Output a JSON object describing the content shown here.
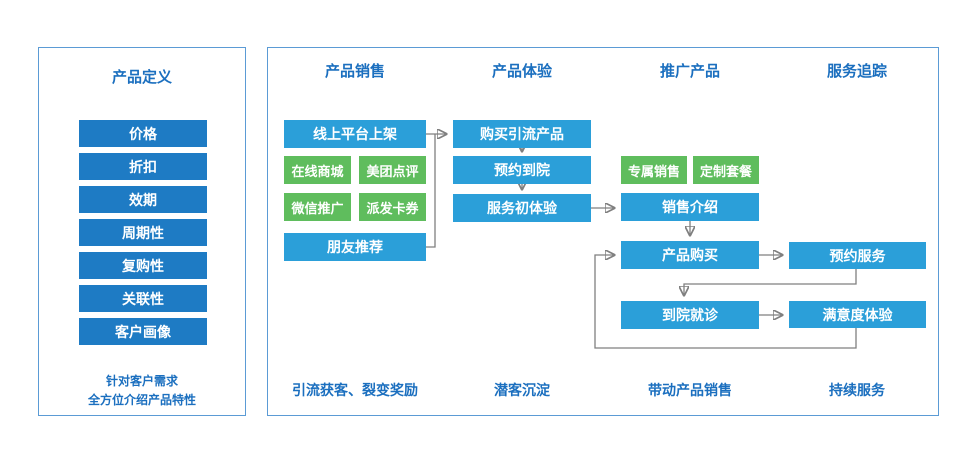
{
  "colors": {
    "dark_blue": "#1E7BC4",
    "light_blue": "#2B9FD9",
    "green": "#5FBD5D",
    "text_blue": "#1B6FBF",
    "panel_border": "#5B9BD5",
    "connector_gray": "#7F7F7F"
  },
  "definition_panel": {
    "title": "产品定义",
    "items": [
      "价格",
      "折扣",
      "效期",
      "周期性",
      "复购性",
      "关联性",
      "客户画像"
    ],
    "footnote_line1": "针对客户需求",
    "footnote_line2": "全方位介绍产品特性"
  },
  "flow_panel": {
    "columns": [
      {
        "header": "产品销售",
        "footer": "引流获客、裂变奖励"
      },
      {
        "header": "产品体验",
        "footer": "潜客沉淀"
      },
      {
        "header": "推广产品",
        "footer": "带动产品销售"
      },
      {
        "header": "服务追踪",
        "footer": "持续服务"
      }
    ],
    "nodes": {
      "online_platform": "线上平台上架",
      "online_mall": "在线商城",
      "meituan": "美团点评",
      "wechat": "微信推广",
      "coupons": "派发卡券",
      "friend_referral": "朋友推荐",
      "buy_lead_product": "购买引流产品",
      "appointment": "预约到院",
      "first_experience": "服务初体验",
      "exclusive_sales": "专属销售",
      "custom_package": "定制套餐",
      "sales_intro": "销售介绍",
      "product_purchase": "产品购买",
      "hospital_visit": "到院就诊",
      "booking_service": "预约服务",
      "satisfaction": "满意度体验"
    }
  }
}
